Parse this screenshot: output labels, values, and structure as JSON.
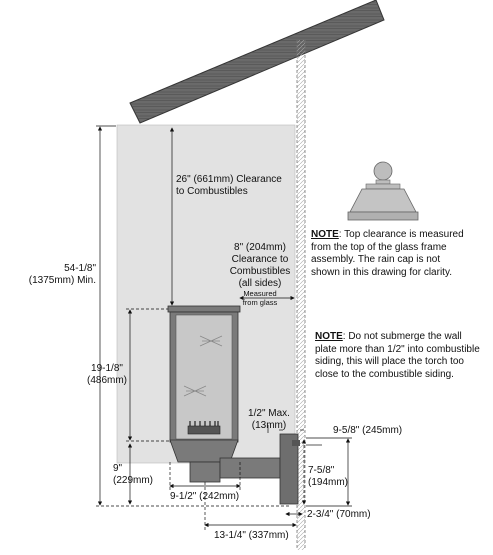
{
  "labels": {
    "overall_height_l1": "54-1/8\"",
    "overall_height_l2": "(1375mm) Min.",
    "top_clear_l1": "26\" (661mm) Clearance",
    "top_clear_l2": "to Combustibles",
    "side_clear_l1": "8\" (204mm)",
    "side_clear_l2": "Clearance to",
    "side_clear_l3": "Combustibles",
    "side_clear_l4": "(all sides)",
    "measured_l1": "Measured",
    "measured_l2": "from glass",
    "glass_height_l1": "19-1/8\"",
    "glass_height_l2": "(486mm)",
    "bottom_height_l1": "9\"",
    "bottom_height_l2": "(229mm)",
    "half_inch_l1": "1/2\" Max.",
    "half_inch_l2": "(13mm)",
    "depth_958": "9-5/8\" (245mm)",
    "plate_l1": "7-5/8\"",
    "plate_l2": "(194mm)",
    "width_912": "9-1/2\" (242mm)",
    "offset_234": "2-3/4\" (70mm)",
    "reach_1314": "13-1/4\" (337mm)"
  },
  "notes": {
    "note1_head": "NOTE",
    "note1_l1": ": Top clearance is measured",
    "note1_l2": "from the top of the glass frame",
    "note1_l3": "assembly.  The rain cap is not",
    "note1_l4": "shown in this drawing for clarity.",
    "note2_head": "NOTE",
    "note2_l1": ": Do not submerge the wall",
    "note2_l2": "plate more than 1/2\" into combustible",
    "note2_l3": "siding, this will place the torch too",
    "note2_l4": "close to the combustible siding."
  },
  "colors": {
    "clearance_zone": "#e2e2e2",
    "roof": "#666666",
    "metal": "#7a7a7a",
    "glass": "#c8c8c8",
    "wall_hatch": "#999999"
  }
}
